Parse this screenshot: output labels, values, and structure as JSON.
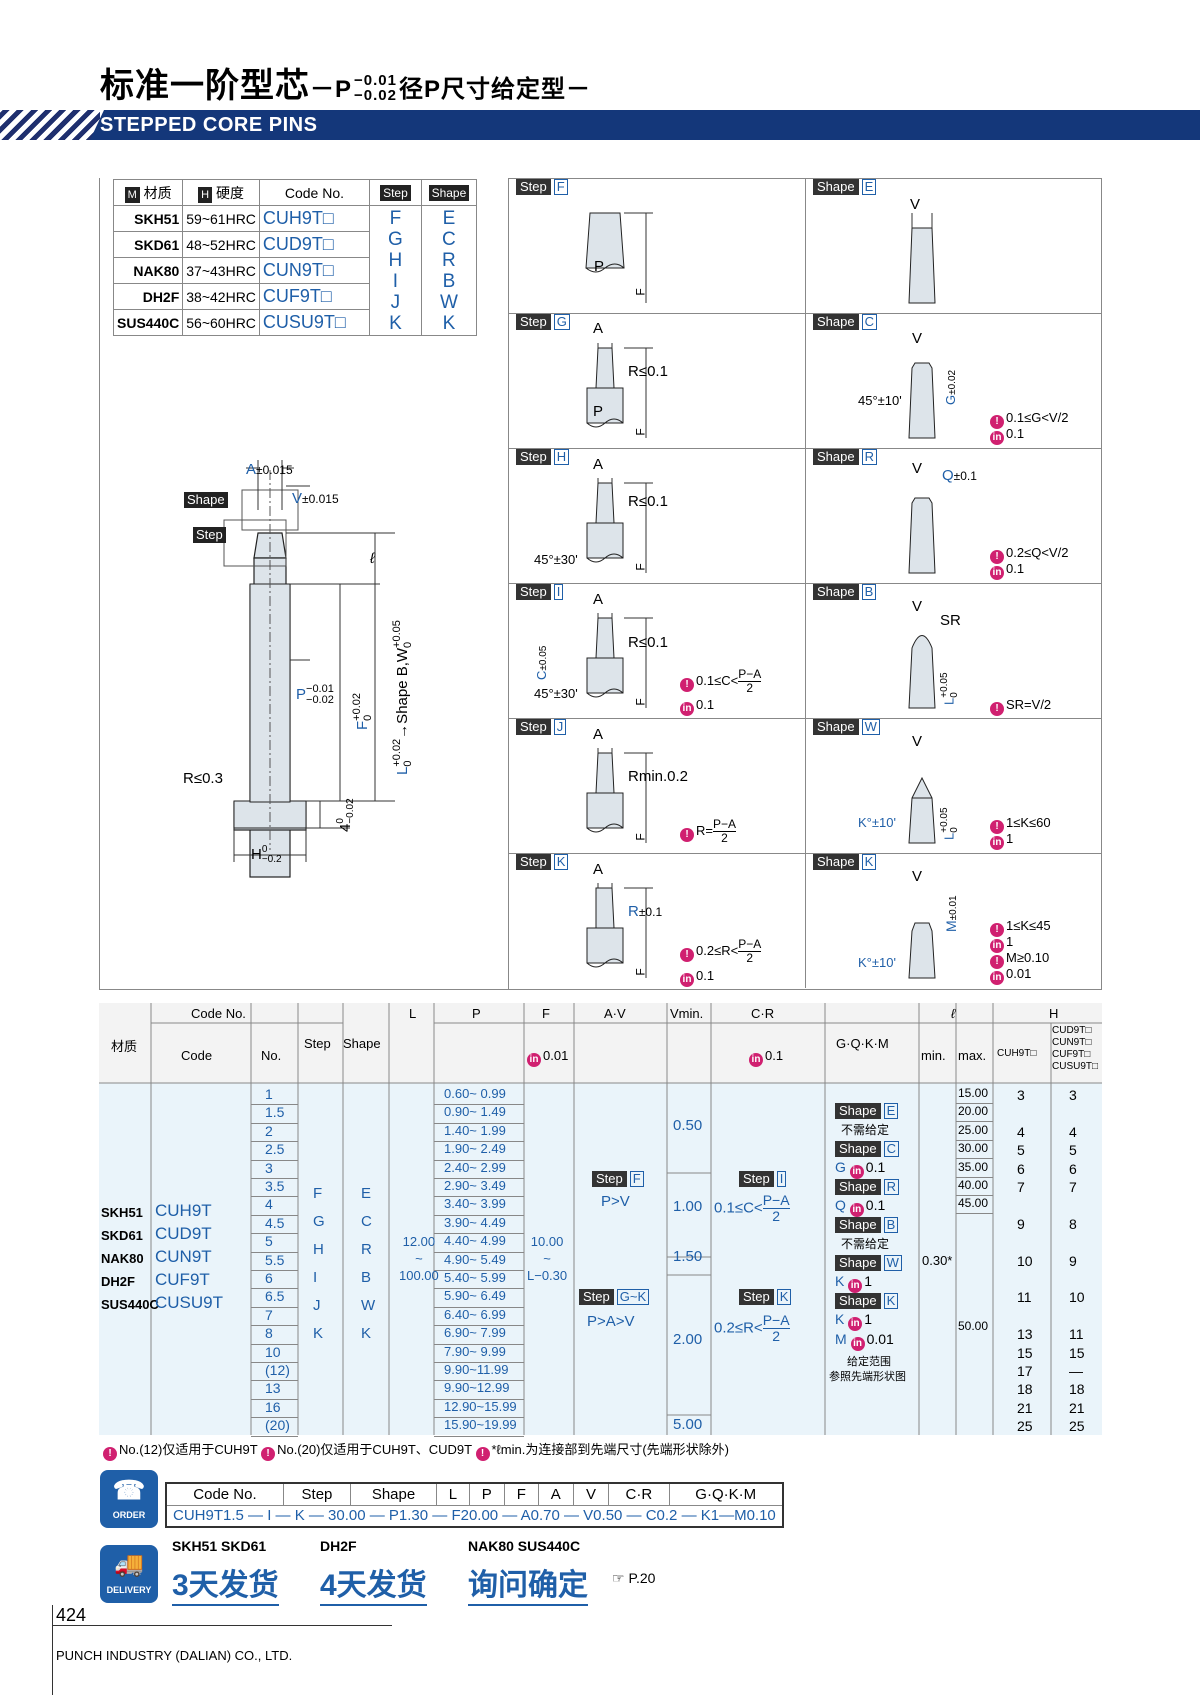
{
  "header": {
    "title_main": "标准一阶型芯",
    "title_dash1": "－P",
    "tol_upper": "−0.01",
    "tol_lower": "−0.02",
    "title_suffix": "径P尺寸给定型－",
    "subtitle": "STEPPED CORE PINS"
  },
  "material_table": {
    "headers": {
      "material": "材质",
      "hardness": "硬度",
      "code": "Code No.",
      "step": "Step",
      "shape": "Shape",
      "m_icon": "M",
      "h_icon": "H"
    },
    "rows": [
      {
        "material": "SKH51",
        "hardness": "59~61HRC",
        "code": "CUH9T□"
      },
      {
        "material": "SKD61",
        "hardness": "48~52HRC",
        "code": "CUD9T□"
      },
      {
        "material": "NAK80",
        "hardness": "37~43HRC",
        "code": "CUN9T□"
      },
      {
        "material": "DH2F",
        "hardness": "38~42HRC",
        "code": "CUF9T□"
      },
      {
        "material": "SUS440C",
        "hardness": "56~60HRC",
        "code": "CUSU9T□"
      }
    ],
    "steps": [
      "F",
      "G",
      "H",
      "I",
      "J",
      "K"
    ],
    "shapes": [
      "E",
      "C",
      "R",
      "B",
      "W",
      "K"
    ]
  },
  "main_drawing": {
    "a_label": "A",
    "a_tol": "±0.015",
    "v_label": "V",
    "v_tol": "±0.015",
    "shape_tag": "Shape",
    "step_tag": "Step",
    "l_script": "ℓ",
    "p_label": "P",
    "p_up": "−0.01",
    "p_lo": "−0.02",
    "r_label": "R≤0.3",
    "f_label": "F",
    "f_up": "+0.02",
    "f_lo": "0",
    "l_label": "L",
    "l_up": "+0.02",
    "l_lo": "0",
    "shape_bw": "→Shape B,W",
    "bw_up": "+0.05",
    "bw_lo": "0",
    "four": "4",
    "four_up": "0",
    "four_lo": "−0.02",
    "h_label": "H",
    "h_up": "0",
    "h_lo": "−0.2"
  },
  "cells": {
    "step_f": {
      "k": "Step",
      "l": "F",
      "p": "P",
      "f": "F"
    },
    "shape_e": {
      "k": "Shape",
      "l": "E",
      "v": "V"
    },
    "step_g": {
      "k": "Step",
      "l": "G",
      "a": "A",
      "r": "R≤0.1",
      "p": "P",
      "f": "F"
    },
    "shape_c": {
      "k": "Shape",
      "l": "C",
      "v": "V",
      "ang": "45°±10'",
      "g": "G",
      "g_tol": "±0.02",
      "n1": "0.1≤G<V/2",
      "n2": "0.1"
    },
    "step_h": {
      "k": "Step",
      "l": "H",
      "a": "A",
      "r": "R≤0.1",
      "ang": "45°±30'",
      "f": "F"
    },
    "shape_r": {
      "k": "Shape",
      "l": "R",
      "v": "V",
      "q": "Q",
      "q_tol": "±0.1",
      "n1": "0.2≤Q<V/2",
      "n2": "0.1"
    },
    "step_i": {
      "k": "Step",
      "l": "I",
      "a": "A",
      "r": "R≤0.1",
      "c": "C",
      "c_tol": "±0.05",
      "ang": "45°±30'",
      "f": "F",
      "n1a": "0.1≤C<",
      "n1n": "P−A",
      "n1d": "2",
      "n2": "0.1"
    },
    "shape_b": {
      "k": "Shape",
      "l": "B",
      "v": "V",
      "sr": "SR",
      "lbl": "L",
      "l_up": "+0.05",
      "l_lo": "0",
      "n1": "SR=V/2"
    },
    "step_j": {
      "k": "Step",
      "l": "J",
      "a": "A",
      "r": "Rmin.0.2",
      "f": "F",
      "n1a": "R=",
      "n1n": "P−A",
      "n1d": "2"
    },
    "shape_w": {
      "k": "Shape",
      "l": "W",
      "v": "V",
      "kk": "K°±10'",
      "lbl": "L",
      "l_up": "+0.05",
      "l_lo": "0",
      "n1": "1≤K≤60",
      "n2": "1"
    },
    "step_k": {
      "k": "Step",
      "l": "K",
      "a": "A",
      "r": "R",
      "r_tol": "±0.1",
      "f": "F",
      "n1a": "0.2≤R<",
      "n1n": "P−A",
      "n1d": "2",
      "n2": "0.1"
    },
    "shape_k": {
      "k": "Shape",
      "l": "K",
      "v": "V",
      "m": "M",
      "m_tol": "±0.01",
      "kk": "K°±10'",
      "n1": "1≤K≤45",
      "n2": "1",
      "n3": "M≥0.10",
      "n4": "0.01"
    }
  },
  "spec": {
    "h": {
      "codeno": "Code No.",
      "L": "L",
      "P": "P",
      "F": "F",
      "AV": "A·V",
      "vmin": "Vmin.",
      "CR": "C·R",
      "ell": "ℓ",
      "H": "H",
      "material": "材质",
      "code": "Code",
      "no": "No.",
      "step": "Step",
      "shape": "Shape",
      "tol1": "0.01",
      "tol2": "0.1",
      "gqkm": "G·Q·K·M",
      "min": "min.",
      "max": "max.",
      "h1": "CUH9T□",
      "h2": "CUD9T□",
      "h3": "CUN9T□",
      "h4": "CUF9T□",
      "h5": "CUSU9T□"
    },
    "materials": [
      "SKH51",
      "SKD61",
      "NAK80",
      "DH2F",
      "SUS440C"
    ],
    "codes": [
      "CUH9T",
      "CUD9T",
      "CUN9T",
      "CUF9T",
      "CUSU9T"
    ],
    "steps": [
      "F",
      "G",
      "H",
      "I",
      "J",
      "K"
    ],
    "shapes": [
      "E",
      "C",
      "R",
      "B",
      "W",
      "K"
    ],
    "L_range": [
      "12.00",
      "~",
      "100.00"
    ],
    "F_range": [
      "10.00",
      "~",
      "L−0.30"
    ],
    "rows": [
      {
        "no": "1",
        "p": "0.60~ 0.99",
        "h1": "3",
        "h2": "3"
      },
      {
        "no": "1.5",
        "p": "0.90~ 1.49",
        "h1": "",
        "h2": ""
      },
      {
        "no": "2",
        "p": "1.40~ 1.99",
        "h1": "4",
        "h2": "4"
      },
      {
        "no": "2.5",
        "p": "1.90~ 2.49",
        "h1": "5",
        "h2": "5"
      },
      {
        "no": "3",
        "p": "2.40~ 2.99",
        "h1": "6",
        "h2": "6"
      },
      {
        "no": "3.5",
        "p": "2.90~ 3.49",
        "h1": "7",
        "h2": "7"
      },
      {
        "no": "4",
        "p": "3.40~ 3.99",
        "h1": "",
        "h2": ""
      },
      {
        "no": "4.5",
        "p": "3.90~ 4.49",
        "h1": "9",
        "h2": "8"
      },
      {
        "no": "5",
        "p": "4.40~ 4.99",
        "h1": "",
        "h2": ""
      },
      {
        "no": "5.5",
        "p": "4.90~ 5.49",
        "h1": "10",
        "h2": "9"
      },
      {
        "no": "6",
        "p": "5.40~ 5.99",
        "h1": "",
        "h2": ""
      },
      {
        "no": "6.5",
        "p": "5.90~ 6.49",
        "h1": "11",
        "h2": "10"
      },
      {
        "no": "7",
        "p": "6.40~ 6.99",
        "h1": "",
        "h2": ""
      },
      {
        "no": "8",
        "p": "6.90~ 7.99",
        "h1": "13",
        "h2": "11"
      },
      {
        "no": "10",
        "p": "7.90~ 9.99",
        "h1": "15",
        "h2": "15"
      },
      {
        "no": "(12)",
        "p": "9.90~11.99",
        "h1": "17",
        "h2": "—"
      },
      {
        "no": "13",
        "p": "9.90~12.99",
        "h1": "18",
        "h2": "18"
      },
      {
        "no": "16",
        "p": "12.90~15.99",
        "h1": "21",
        "h2": "21"
      },
      {
        "no": "(20)",
        "p": "15.90~19.99",
        "h1": "25",
        "h2": "25"
      }
    ],
    "vmins": [
      "0.50",
      "1.00",
      "1.50",
      "2.00",
      "5.00"
    ],
    "av": {
      "stepF": "Step",
      "stepF_l": "F",
      "cond1": "P>V",
      "stepGK": "Step",
      "stepGK_l": "G~K",
      "cond2": "P>A>V"
    },
    "cr": {
      "stepI": "Step",
      "stepI_l": "I",
      "c1": "0.1≤C<",
      "stepK": "Step",
      "stepK_l": "K",
      "c2": "0.2≤R<",
      "num": "P−A",
      "den": "2"
    },
    "gqkm": [
      {
        "k": "Shape",
        "l": "E",
        "t": "不需给定"
      },
      {
        "k": "Shape",
        "l": "C",
        "t": "G",
        "v": "0.1"
      },
      {
        "k": "Shape",
        "l": "R",
        "t": "Q",
        "v": "0.1"
      },
      {
        "k": "Shape",
        "l": "B",
        "t": "不需给定"
      },
      {
        "k": "Shape",
        "l": "W",
        "t": "K",
        "v": "1"
      },
      {
        "k": "Shape",
        "l": "K",
        "t": "K",
        "v": "1",
        "t2": "M",
        "v2": "0.01"
      }
    ],
    "gqkm_note1": "给定范围",
    "gqkm_note2": "参照先端形状图",
    "ell_min": "0.30*",
    "ell_max": [
      "15.00",
      "20.00",
      "25.00",
      "30.00",
      "35.00",
      "40.00",
      "45.00",
      "50.00"
    ],
    "notes": [
      "No.(12)仅适用于CUH9T",
      "No.(20)仅适用于CUH9T、CUD9T",
      "*ℓmin.为连接部到先端尺寸(先端形状除外)"
    ]
  },
  "order": {
    "label": "ORDER",
    "headers": [
      "Code No.",
      "Step",
      "Shape",
      "L",
      "P",
      "F",
      "A",
      "V",
      "C·R",
      "G·Q·K·M"
    ],
    "example": "CUH9T1.5 — I — K — 30.00 — P1.30 — F20.00 — A0.70 — V0.50 — C0.2 — K1—M0.10"
  },
  "delivery": {
    "label": "DELIVERY",
    "g1h": "SKH51 SKD61",
    "g1": "3天发货",
    "g2h": "DH2F",
    "g2": "4天发货",
    "g3h": "NAK80 SUS440C",
    "g3": "询问确定",
    "ref": "P.20"
  },
  "footer": {
    "page": "424",
    "company": "PUNCH INDUSTRY (DALIAN) CO., LTD."
  }
}
